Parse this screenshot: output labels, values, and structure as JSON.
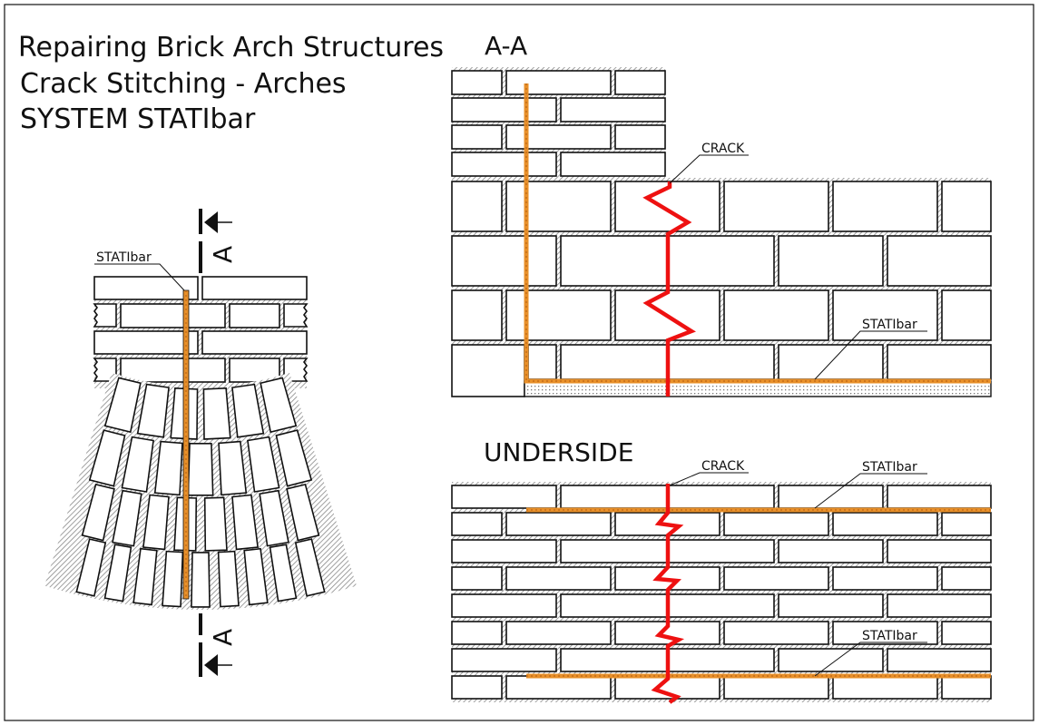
{
  "title_lines": [
    "Repairing Brick Arch Structures",
    "Crack Stitching - Arches",
    "SYSTEM STATIbar"
  ],
  "section_a_a": {
    "title": "A-A",
    "crack_label": "CRACK",
    "bar_label": "STATIbar"
  },
  "underside": {
    "title": "UNDERSIDE",
    "crack_label": "CRACK",
    "bar_label_top": "STATIbar",
    "bar_label_bottom": "STATIbar"
  },
  "arch": {
    "bar_label": "STATIbar",
    "section_mark": "A"
  },
  "colors": {
    "crack": "#ee1111",
    "bar": "#e8902a",
    "line": "#111111",
    "mortar": "#999999"
  }
}
